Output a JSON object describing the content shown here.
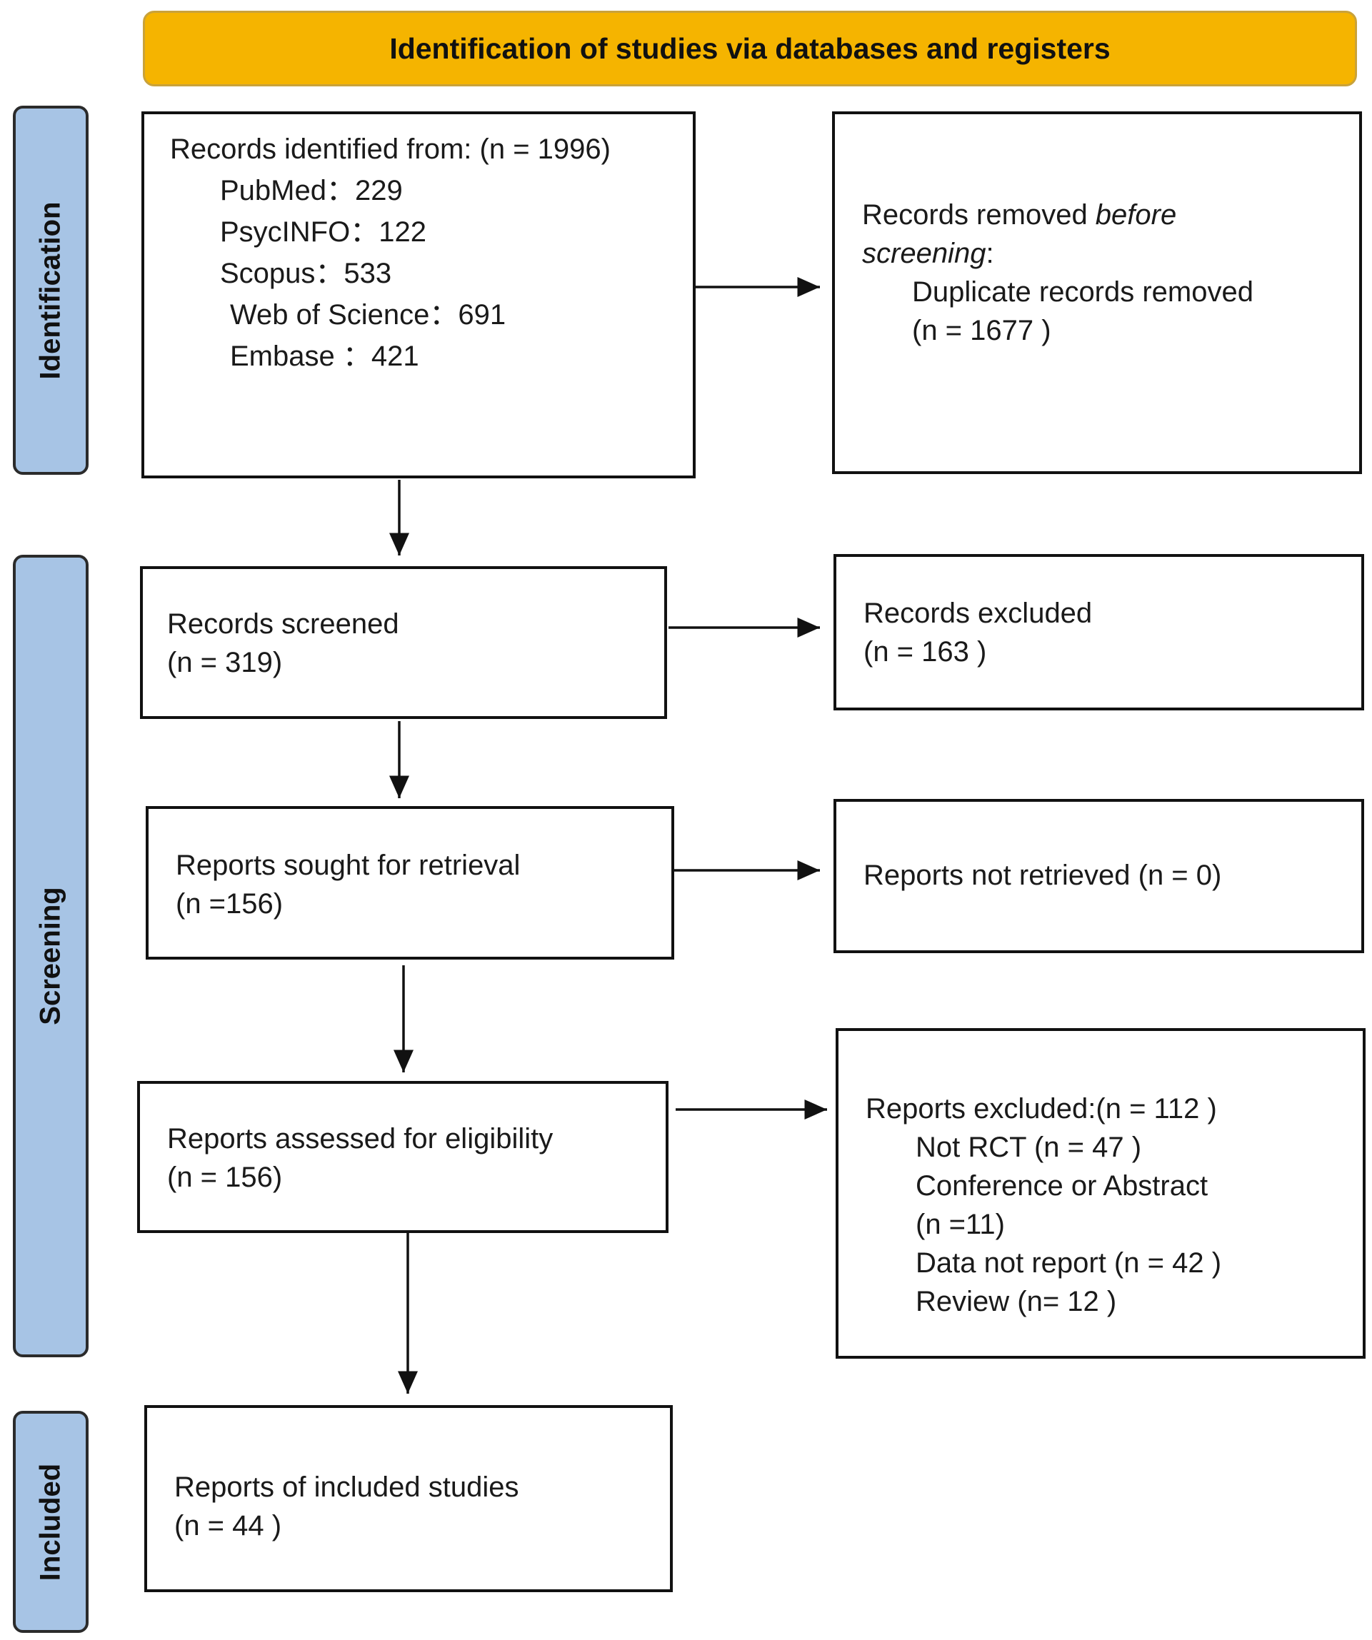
{
  "header": {
    "title": "Identification of studies via databases and registers"
  },
  "stages": {
    "identification": "Identification",
    "screening": "Screening",
    "included": "Included"
  },
  "identified": {
    "title": "Records identified from: (n = 1996)",
    "sources": [
      "PubMed：229",
      "PsycINFO：122",
      "Scopus：533",
      "Web of Science：691",
      "Embase ：421"
    ]
  },
  "removed": {
    "title_start": "Records removed ",
    "title_italic": "before",
    "title_italic2": "screening",
    "title_colon": ":",
    "detail": "Duplicate records removed",
    "count": "(n = 1677 )"
  },
  "screened": {
    "label": "Records screened",
    "count": "(n = 319)"
  },
  "excluded_records": {
    "label": "Records excluded",
    "count": "(n = 163 )"
  },
  "sought": {
    "label": "Reports sought for retrieval",
    "count": "(n =156)"
  },
  "not_retrieved": {
    "label": "Reports not retrieved (n = 0)"
  },
  "assessed": {
    "label": "Reports assessed for eligibility",
    "count": "(n = 156)"
  },
  "excluded_reports": {
    "title": "Reports excluded:(n = 112 )",
    "reasons": [
      "Not RCT  (n = 47 )",
      "Conference or Abstract",
      "(n =11)",
      "Data not report  (n = 42 )",
      "Review (n= 12 )"
    ]
  },
  "included_studies": {
    "label": "Reports of included studies",
    "count": "(n =  44 )"
  }
}
